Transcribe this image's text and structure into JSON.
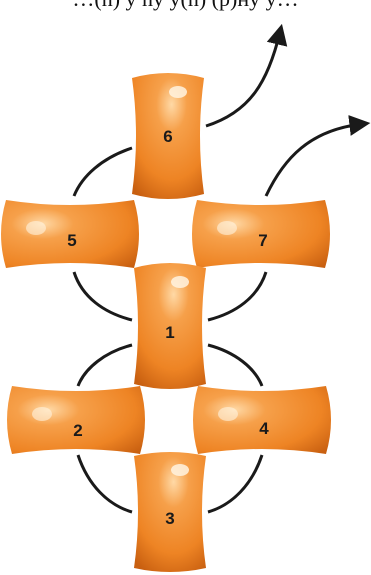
{
  "header_fragment": "…(n) у nу у(n) (p)ну у…",
  "nodes": [
    {
      "id": "1",
      "label": "1",
      "orientation": "vertical"
    },
    {
      "id": "2",
      "label": "2",
      "orientation": "horizontal"
    },
    {
      "id": "3",
      "label": "3",
      "orientation": "vertical"
    },
    {
      "id": "4",
      "label": "4",
      "orientation": "horizontal"
    },
    {
      "id": "5",
      "label": "5",
      "orientation": "horizontal"
    },
    {
      "id": "6",
      "label": "6",
      "orientation": "vertical"
    },
    {
      "id": "7",
      "label": "7",
      "orientation": "horizontal"
    }
  ],
  "rings": [
    {
      "name": "lower-ring",
      "members": [
        "1",
        "2",
        "3",
        "4"
      ]
    },
    {
      "name": "upper-ring",
      "members": [
        "1",
        "5",
        "6",
        "7"
      ]
    }
  ],
  "outgoing_arrows": [
    {
      "from": "6",
      "direction": "up-right"
    },
    {
      "from": "7",
      "direction": "right"
    }
  ],
  "colors": {
    "node_fill": "#f08a2a",
    "node_light": "#ffc27a",
    "node_dark": "#c85f10",
    "edge": "#1a1a1a"
  }
}
